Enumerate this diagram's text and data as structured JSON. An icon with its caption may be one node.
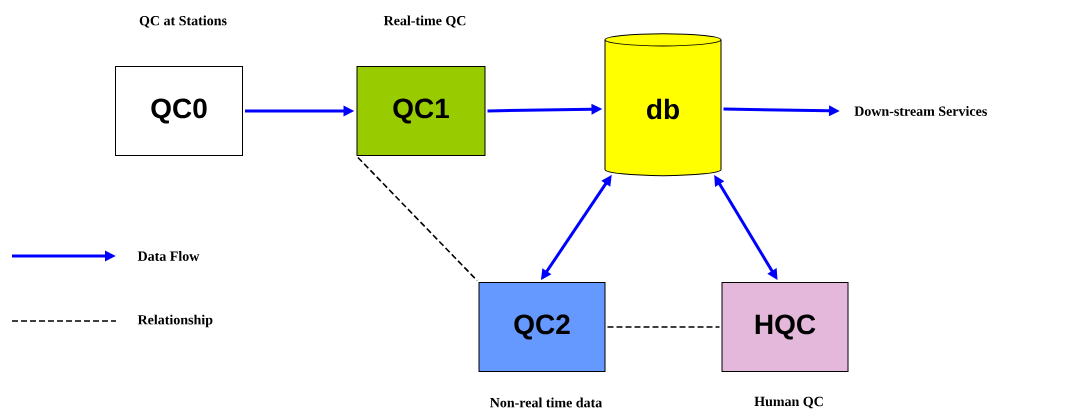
{
  "diagram": {
    "nodes": [
      {
        "text": [
          "QC0"
        ],
        "beside": [
          "QC at Stations"
        ]
      },
      {
        "text": [
          "QC1"
        ],
        "beside": [
          "Real-time QC"
        ]
      },
      {
        "text": [
          "db"
        ]
      },
      {
        "text": [
          "Down-stream Services"
        ]
      },
      {
        "text": [
          "QC2"
        ],
        "beside": [
          "Non-real time data"
        ]
      },
      {
        "text": [
          "HQC"
        ],
        "beside": [
          "Human QC"
        ]
      }
    ],
    "edges": [
      {
        "from": 0,
        "to": 1,
        "arrow": "to"
      },
      {
        "from": 1,
        "to": 2,
        "arrow": "to"
      },
      {
        "from": 2,
        "to": 3,
        "arrow": "to"
      },
      {
        "from": 4,
        "to": 2,
        "arrow": "both"
      },
      {
        "from": 2,
        "to": 5,
        "arrow": "both"
      },
      {
        "from": 1,
        "to": 4,
        "arrow": "none",
        "style": "dashed",
        "color": "#000000"
      },
      {
        "from": 4,
        "to": 5,
        "arrow": "none",
        "style": "dashed",
        "color": "#000000"
      }
    ],
    "legend": [
      {
        "text": "Data Flow"
      },
      {
        "text": "Relationship"
      }
    ]
  }
}
